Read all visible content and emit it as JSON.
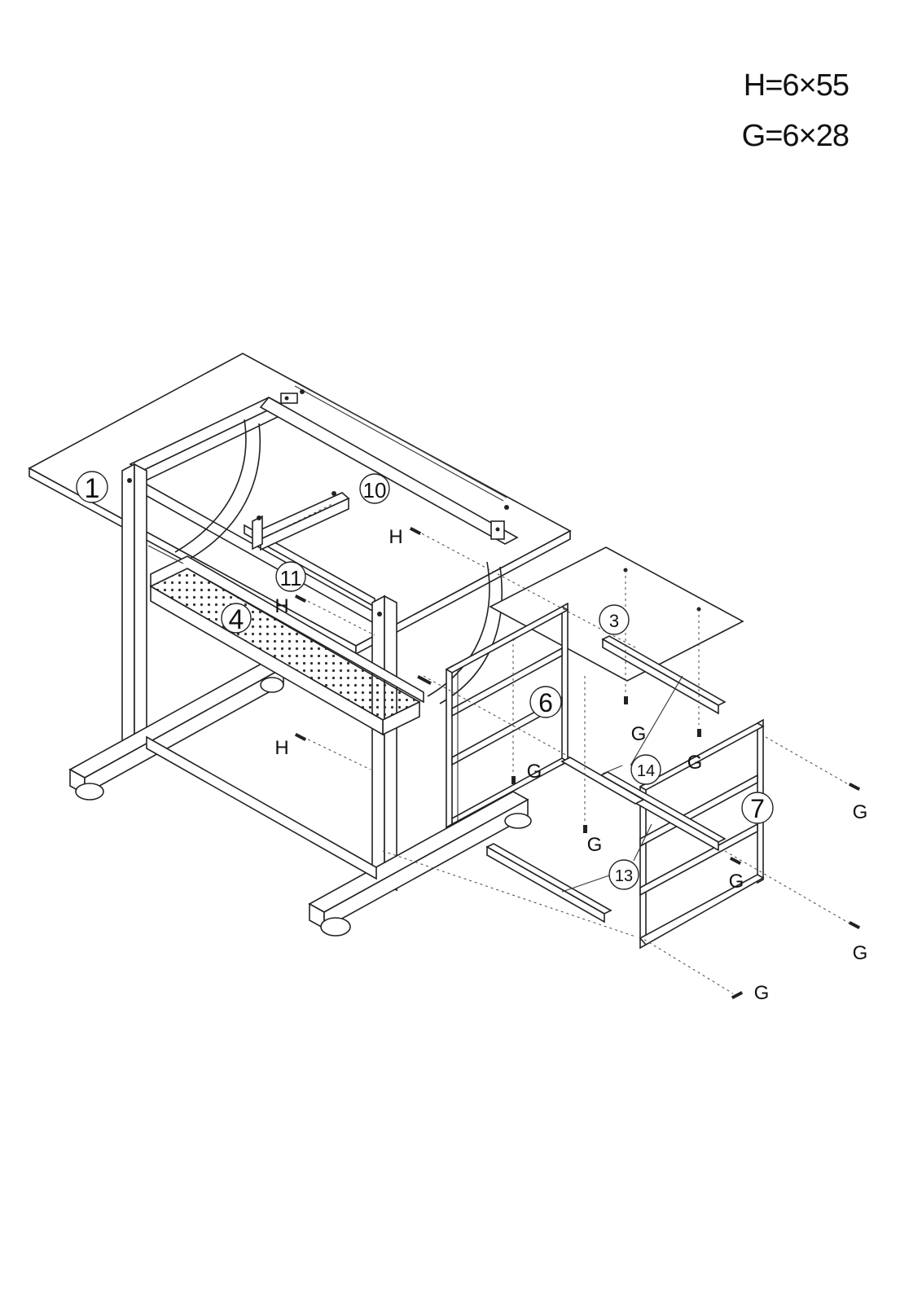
{
  "legend": {
    "h_spec": "H=6×55",
    "g_spec": "G=6×28"
  },
  "parts": {
    "p1": "1",
    "p3": "3",
    "p4": "4",
    "p6": "6",
    "p7": "7",
    "p10": "10",
    "p11": "11",
    "p13": "13",
    "p14": "14"
  },
  "screws": {
    "h": "H",
    "g": "G"
  }
}
